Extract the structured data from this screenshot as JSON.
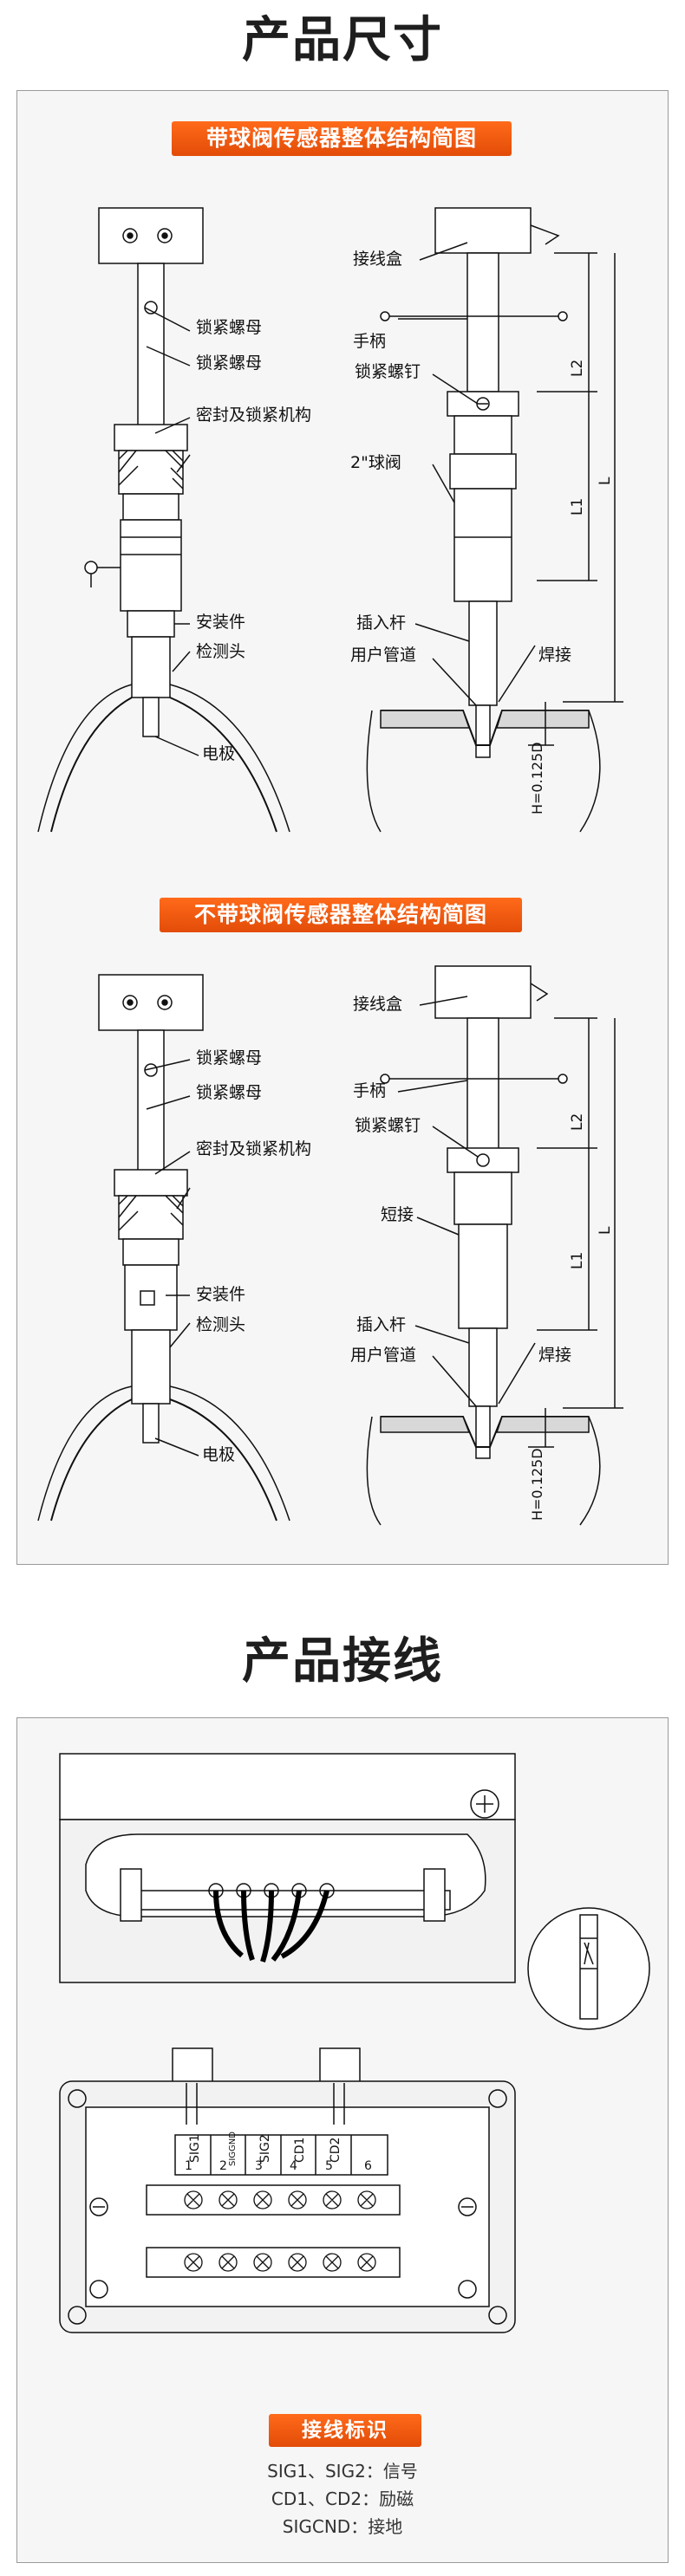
{
  "titles": {
    "dimensions": "产品尺寸",
    "wiring": "产品接线"
  },
  "diagram1": {
    "banner": "带球阀传感器整体结构简图",
    "left_labels": {
      "lock_nut_1": "锁紧螺母",
      "lock_nut_2": "锁紧螺母",
      "seal": "密封及锁紧机构",
      "mount": "安装件",
      "probe": "检测头",
      "electrode": "电极"
    },
    "right_labels": {
      "junction_box": "接线盒",
      "handle": "手柄",
      "lock_screw": "锁紧螺钉",
      "ball_valve": "2\"球阀",
      "insert_rod": "插入杆",
      "user_pipe": "用户管道",
      "weld": "焊接",
      "L2": "L2",
      "L1": "L1",
      "L": "L",
      "H": "H=0.125D"
    }
  },
  "diagram2": {
    "banner": "不带球阀传感器整体结构简图",
    "left_labels": {
      "lock_nut_1": "锁紧螺母",
      "lock_nut_2": "锁紧螺母",
      "seal": "密封及锁紧机构",
      "mount": "安装件",
      "probe": "检测头",
      "electrode": "电极"
    },
    "right_labels": {
      "junction_box": "接线盒",
      "handle": "手柄",
      "lock_screw": "锁紧螺钉",
      "short_joint": "短接",
      "insert_rod": "插入杆",
      "user_pipe": "用户管道",
      "weld": "焊接",
      "L2": "L2",
      "L1": "L1",
      "L": "L",
      "H": "H=0.125D"
    }
  },
  "wiring": {
    "terminals": [
      {
        "num": "1",
        "name": "SIG1"
      },
      {
        "num": "2",
        "name": "SIGGND"
      },
      {
        "num": "3",
        "name": "SIG2"
      },
      {
        "num": "4",
        "name": "CD1"
      },
      {
        "num": "5",
        "name": "CD2"
      },
      {
        "num": "6",
        "name": ""
      }
    ],
    "legend_title": "接线标识",
    "legend_lines": [
      "SIG1、SIG2：信号",
      "CD1、CD2：励磁",
      "SIGCND：接地"
    ]
  }
}
